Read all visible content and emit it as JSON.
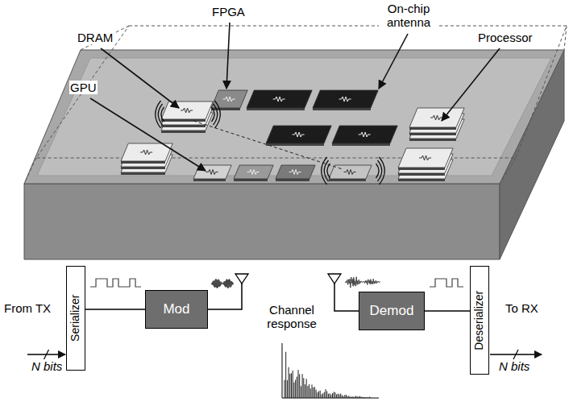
{
  "diagram": {
    "nodes": [
      {
        "text": [
          "Serializer"
        ]
      },
      {
        "text": [
          "Mod"
        ]
      },
      {
        "text": [
          "Demod"
        ]
      },
      {
        "text": [
          "Deserializer"
        ]
      }
    ],
    "edges": [
      {
        "from": 0,
        "to": 1,
        "arrow": "none"
      },
      {
        "from": 2,
        "to": 3,
        "arrow": "none"
      }
    ],
    "labels": [
      "DRAM",
      "FPGA",
      "On-chip antenna",
      "Processor",
      "GPU",
      "From TX",
      "N bits",
      "Channel response",
      "N bits",
      "To RX"
    ]
  }
}
